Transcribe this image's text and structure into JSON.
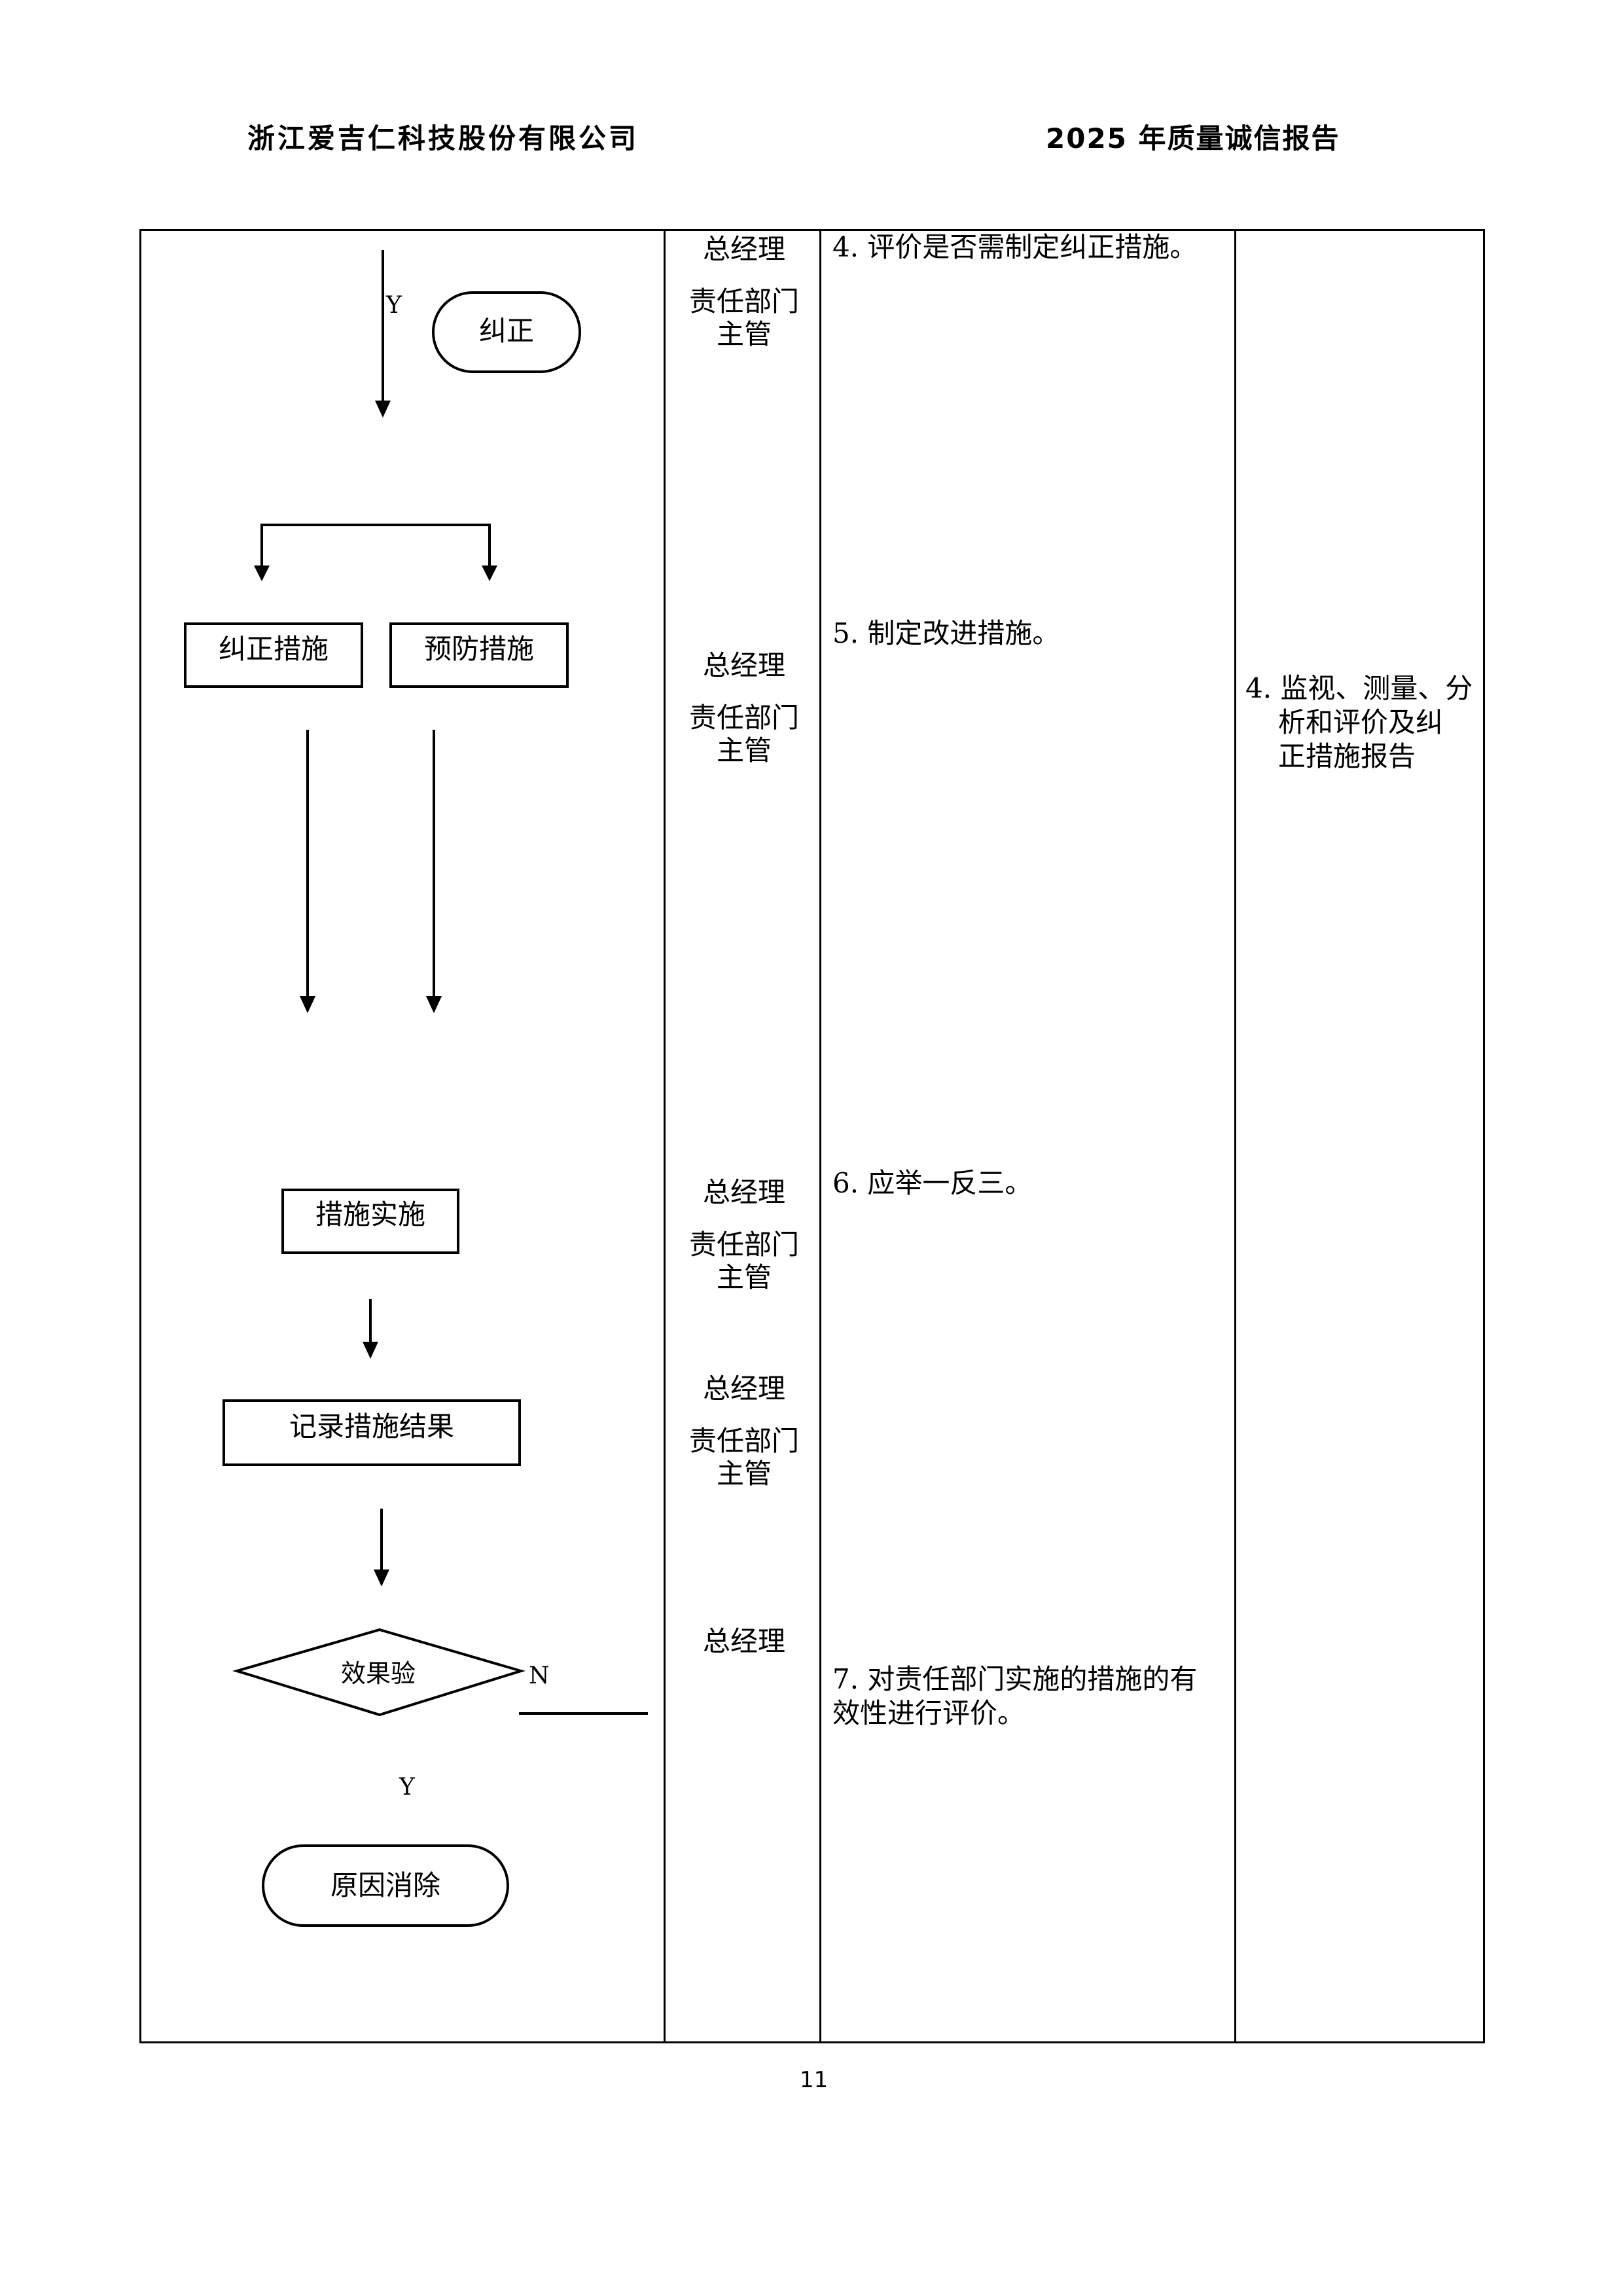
{
  "header": {
    "company": "浙江爱吉仁科技股份有限公司",
    "report": "2025 年质量诚信报告"
  },
  "flowchart": {
    "label_y_top": "Y",
    "node_correct": "纠正",
    "node_corrective": "纠正措施",
    "node_preventive": "预防措施",
    "node_implement": "措施实施",
    "node_record": "记录措施结果",
    "node_verify": "效果验",
    "label_n": "N",
    "label_y_bottom": "Y",
    "node_eliminated": "原因消除"
  },
  "responsibility": [
    {
      "line1": "总经理",
      "line2": "责任部门",
      "line3": "主管"
    },
    {
      "line1": "总经理",
      "line2": "责任部门",
      "line3": "主管"
    },
    {
      "line1": "总经理",
      "line2": "责任部门",
      "line3": "主管"
    },
    {
      "line1": "总经理",
      "line2": "责任部门",
      "line3": "主管"
    },
    {
      "line1": "总经理"
    }
  ],
  "steps": [
    "4. 评价是否需制定纠正措施。",
    "5. 制定改进措施。",
    "6. 应举一反三。",
    "7. 对责任部门实施的措施的有",
    "效性进行评价。"
  ],
  "record": {
    "line1": "4. 监视、测量、分",
    "line2": "析和评价及纠",
    "line3": "正措施报告"
  },
  "footer": {
    "page_number": "11"
  }
}
